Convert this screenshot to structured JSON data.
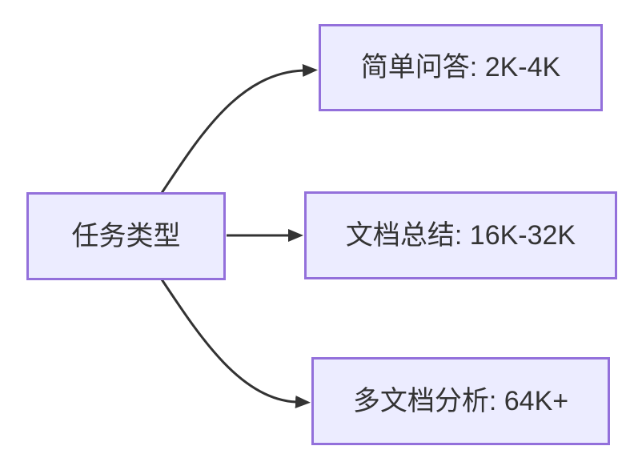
{
  "diagram": {
    "type": "flowchart",
    "direction": "left-to-right",
    "root": {
      "label": "任务类型"
    },
    "nodes": [
      {
        "label": "简单问答: 2K-4K"
      },
      {
        "label": "文档总结: 16K-32K"
      },
      {
        "label": "多文档分析: 64K+"
      }
    ],
    "edges": [
      {
        "from": "任务类型",
        "to": "简单问答: 2K-4K"
      },
      {
        "from": "任务类型",
        "to": "文档总结: 16K-32K"
      },
      {
        "from": "任务类型",
        "to": "多文档分析: 64K+"
      }
    ],
    "colors": {
      "background": "#ffffff",
      "node_fill": "#ECECFF",
      "node_border": "#9370DB",
      "edge_color": "#333333",
      "text_color": "#333333"
    }
  }
}
